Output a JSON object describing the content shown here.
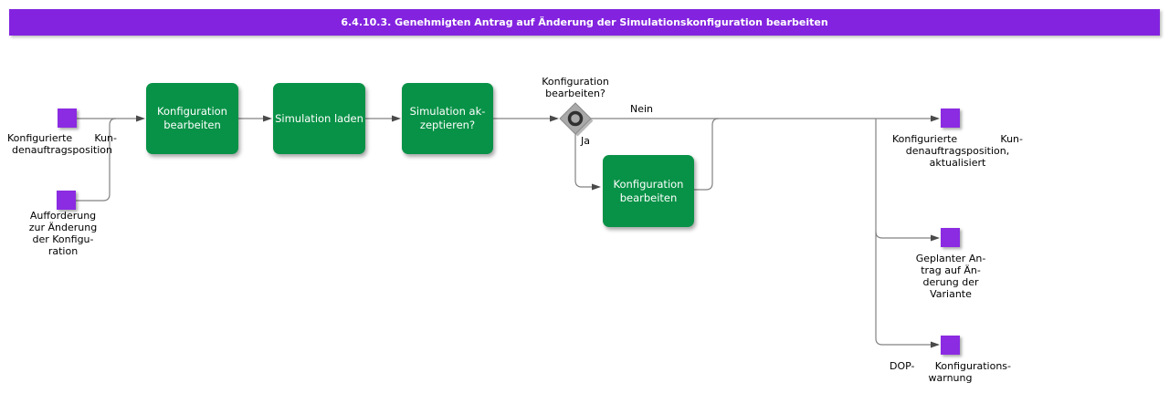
{
  "title": "6.4.10.3. Genehmigten Antrag auf Änderung der Simulationskonfiguration bearbeiten",
  "colors": {
    "title_bar": "#8323DF",
    "data_item": "#8B2BE2",
    "task_fill": "#089247",
    "task_text": "#ffffff",
    "connector": "#828282",
    "arrowhead": "#4a4a4a",
    "gateway_fill": "#a9a9a9",
    "gateway_border": "#8a8a8a",
    "gateway_ring": "#2f2f2f",
    "label_text": "#000000"
  },
  "inputs": [
    {
      "line1_left": "Konfigurierte",
      "line1_right": "Kun-",
      "line2": "denauftragsposition"
    },
    {
      "lines": [
        "Aufforderung",
        "zur Änderung",
        "der Konfigu-",
        "ration"
      ]
    }
  ],
  "tasks": [
    {
      "lines": [
        "Konfiguration",
        "bearbeiten"
      ]
    },
    {
      "lines": [
        "Simulation laden"
      ]
    },
    {
      "lines": [
        "Simulation ak-",
        "zeptieren?"
      ]
    },
    {
      "lines": [
        "Konfiguration",
        "bearbeiten"
      ]
    }
  ],
  "gateway": {
    "question_line1": "Konfiguration",
    "question_line2": "bearbeiten?",
    "no_label": "Nein",
    "yes_label": "Ja"
  },
  "outputs": [
    {
      "line1_left": "Konfigurierte",
      "line1_right": "Kun-",
      "line2": "denauftragsposition,",
      "line3": "aktualisiert"
    },
    {
      "lines": [
        "Geplanter An-",
        "trag auf Än-",
        "derung der",
        "Variante"
      ]
    },
    {
      "line1_left": "DOP-",
      "line1_right": "Konfigurations-",
      "line2": "warnung"
    }
  ]
}
